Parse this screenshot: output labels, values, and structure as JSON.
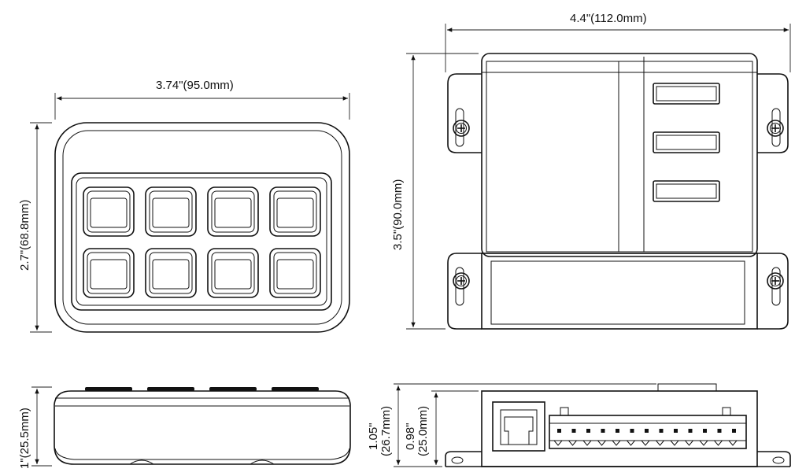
{
  "dimensions": {
    "keypad_width": "3.74\"(95.0mm)",
    "keypad_height": "2.7\"(68.8mm)",
    "keypad_depth": "1\"(25.5mm)",
    "module_width": "4.4\"(112.0mm)",
    "module_height": "3.5\"(90.0mm)",
    "module_depth_total_in": "1.05\"",
    "module_depth_total_mm": "(26.7mm)",
    "module_depth_body_in": "0.98\"",
    "module_depth_body_mm": "(25.0mm)"
  }
}
